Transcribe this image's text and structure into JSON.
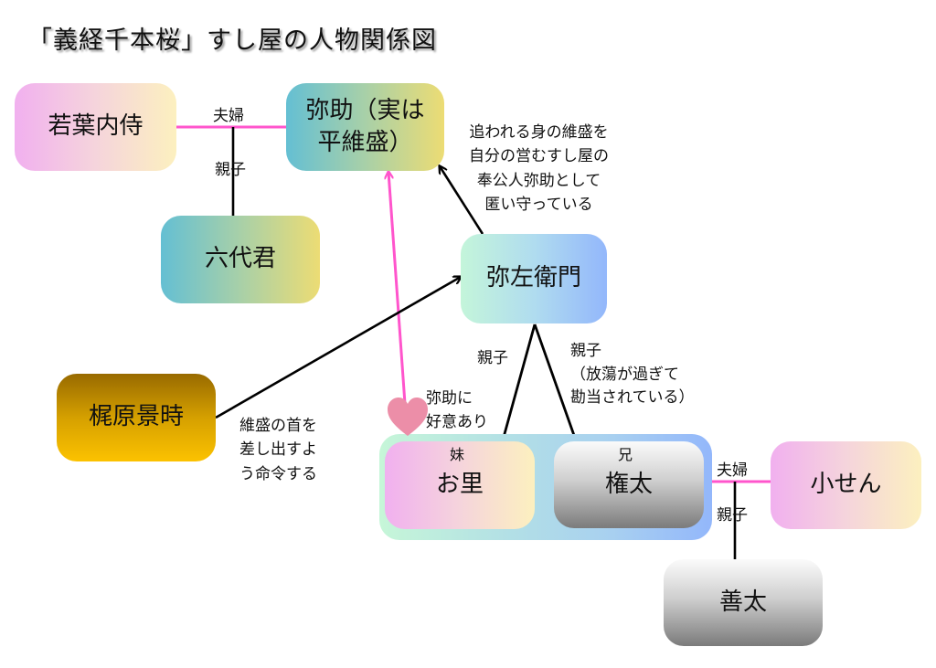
{
  "title": "「義経千本桜」すし屋の人物関係図",
  "characters": {
    "wakaba": "若葉内侍",
    "yasuke": "弥助（実は\n平維盛）",
    "rokudai": "六代君",
    "yazaemon": "弥左衛門",
    "kagetoki": "梶原景時",
    "osato": "お里",
    "gonta": "権太",
    "kosen": "小せん",
    "zenta": "善太"
  },
  "roles": {
    "osato": "妹",
    "gonta": "兄"
  },
  "relations": {
    "wakaba_yasuke": "夫婦",
    "wakaba_rokudai": "親子",
    "yazaemon_osato": "親子",
    "yazaemon_gonta": "親子\n（放蕩が過ぎて\n勘当されている）",
    "gonta_kosen": "夫婦",
    "gonta_zenta": "親子"
  },
  "notes": {
    "yazaemon_yasuke": "追われる身の維盛を\n自分の営むすし屋の\n奉公人弥助として\n匿い守っている",
    "kagetoki_yazaemon": "維盛の首を\n差し出すよ\nう命令する",
    "osato_yasuke": "弥助に\n好意あり"
  },
  "colors": {
    "spouse_line": "#ff55cc",
    "kin_line": "#000000",
    "heart": "#ec8ea8"
  }
}
